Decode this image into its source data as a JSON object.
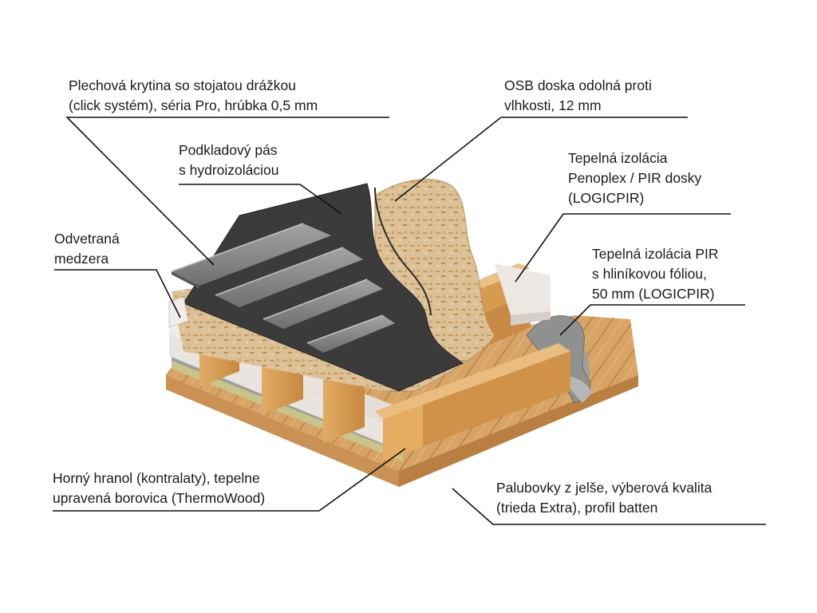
{
  "labels": {
    "metal_roofing": {
      "line1": "Plechová krytina so stojatou drážkou",
      "line2": "(click systém), séria Pro, hrúbka 0,5 mm"
    },
    "underlay": {
      "line1": "Podkladový pás",
      "line2": "s hydroizoláciou"
    },
    "ventilated_gap": {
      "line1": "Odvetraná",
      "line2": "medzera"
    },
    "osb_board": {
      "line1": "OSB doska odolná proti",
      "line2": "vlhkosti, 12 mm"
    },
    "thermal_insulation": {
      "line1": "Tepelná izolácia",
      "line2": "Penoplex / PIR dosky",
      "line3": "(LOGICPIR)"
    },
    "pir_foil": {
      "line1": "Tepelná izolácia PIR",
      "line2": "s hliníkovou fóliou,",
      "line3": "50 mm (LOGICPIR)"
    },
    "counter_battens": {
      "line1": "Horný hranol (kontralaty), tepelne",
      "line2": "upravená borovica (ThermoWood)"
    },
    "alder_boards": {
      "line1": "Palubovky z jelše, výberová kvalita",
      "line2": "(trieda Extra), profil batten"
    }
  },
  "colors": {
    "wood": "#d9a35e",
    "wood_dark": "#b9793a",
    "wood_light": "#e8bf80",
    "insulation": "#ece7e3",
    "membrane": "#3a3a3a",
    "osb": "#d9b98a",
    "metal": "#8c8c8c",
    "foil": "#a9a9a9",
    "line": "#111111"
  }
}
